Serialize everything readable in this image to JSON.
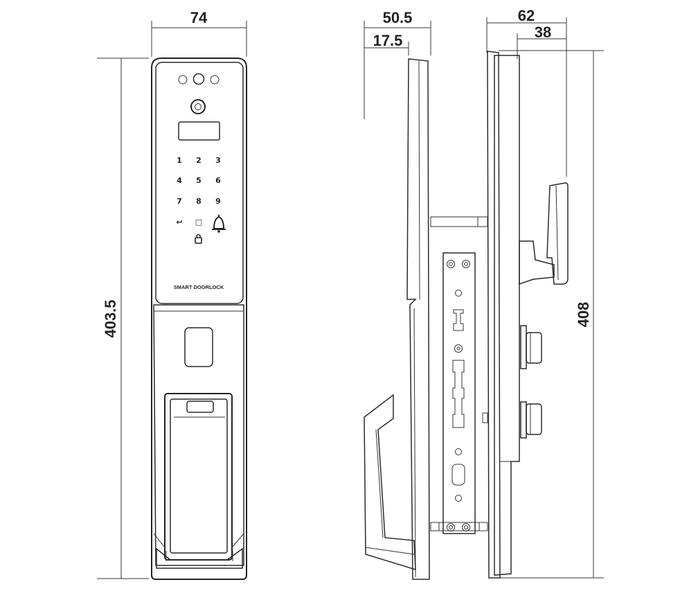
{
  "dimensions": {
    "front_width": "74",
    "front_height": "403.5",
    "side_depth": "50.5",
    "side_inner_depth": "17.5",
    "back_depth": "62",
    "back_inner_depth": "38",
    "back_height": "408"
  },
  "keypad": {
    "keys": [
      "1",
      "2",
      "3",
      "4",
      "5",
      "6",
      "7",
      "8",
      "9"
    ],
    "back_symbol": "↩",
    "confirm_symbol": "□"
  },
  "panel_label": "SMART DOORLOCK",
  "icons": [
    "camera-lens-icon",
    "bell-icon",
    "padlock-icon",
    "fingerprint-sensor-icon"
  ]
}
